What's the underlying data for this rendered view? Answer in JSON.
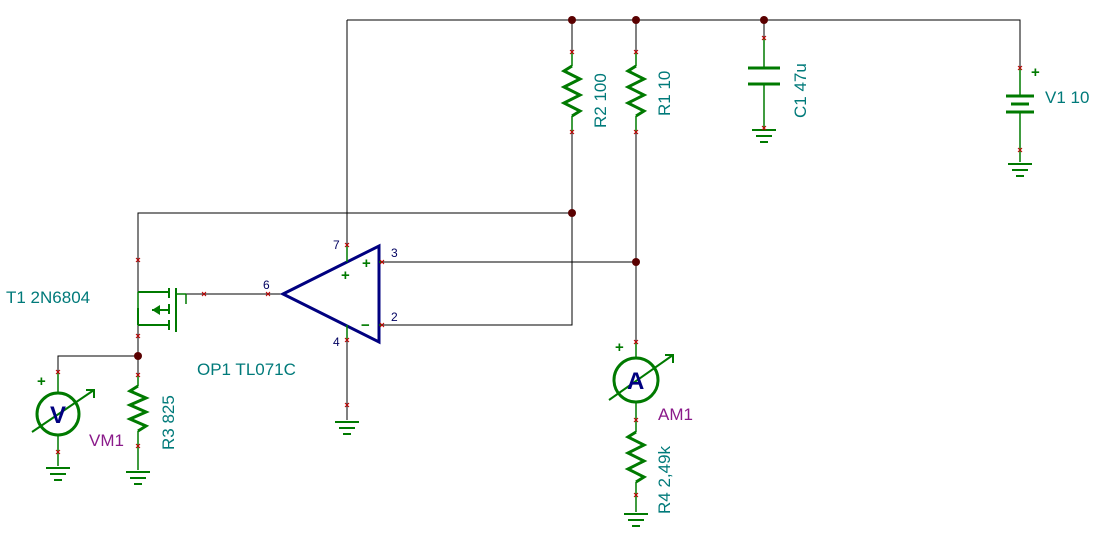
{
  "components": {
    "r1": {
      "label": "R1 10"
    },
    "r2": {
      "label": "R2 100"
    },
    "r3": {
      "label": "R3 825"
    },
    "r4": {
      "label": "R4 2,49k"
    },
    "c1": {
      "label": "C1 47u"
    },
    "v1": {
      "label": "V1 10",
      "plus": "+"
    },
    "t1": {
      "label": "T1 2N6804"
    },
    "op1": {
      "label": "OP1 TL071C",
      "pins": {
        "p7": "7",
        "p3": "3",
        "p6": "6",
        "p2": "2",
        "p4": "4"
      },
      "plus_sign": "+",
      "minus_sign": "−",
      "inner_plus": "+"
    },
    "vm1": {
      "label": "VM1",
      "letter": "V",
      "plus": "+"
    },
    "am1": {
      "label": "AM1",
      "letter": "A",
      "plus": "+"
    }
  },
  "colors": {
    "wire": "#000000",
    "component": "#007a00",
    "opamp": "#000080",
    "label": "#007a7a",
    "meter_label": "#8a1a8a",
    "pin_marker": "#c00000",
    "junction": "#5a0000"
  }
}
